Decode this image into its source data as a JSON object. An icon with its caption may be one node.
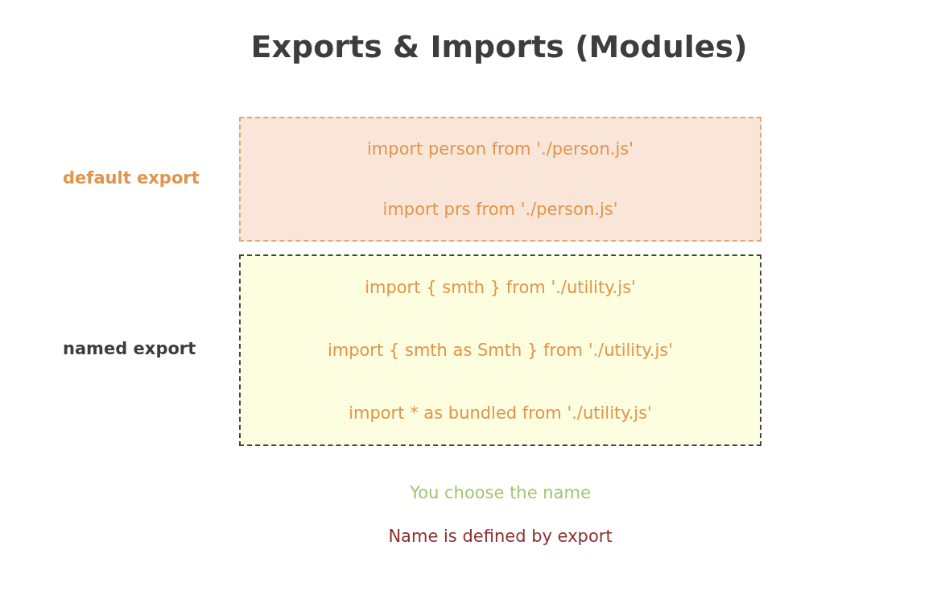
{
  "diagram": {
    "title": "Exports & Imports (Modules)",
    "nodes": [
      {
        "text": [
          "import person from './person.js'",
          "import prs from './person.js'"
        ],
        "beside": [
          "default export"
        ]
      },
      {
        "text": [
          "import { smth } from './utility.js'",
          "import { smth as Smth } from './utility.js'",
          "import * as bundled from './utility.js'"
        ],
        "beside": [
          "named export"
        ]
      }
    ],
    "edges": [],
    "legend": [
      {
        "text": "You choose the name",
        "color": "#a5c46e"
      },
      {
        "text": "Name is defined by export",
        "color": "#8e2f2f"
      }
    ]
  }
}
